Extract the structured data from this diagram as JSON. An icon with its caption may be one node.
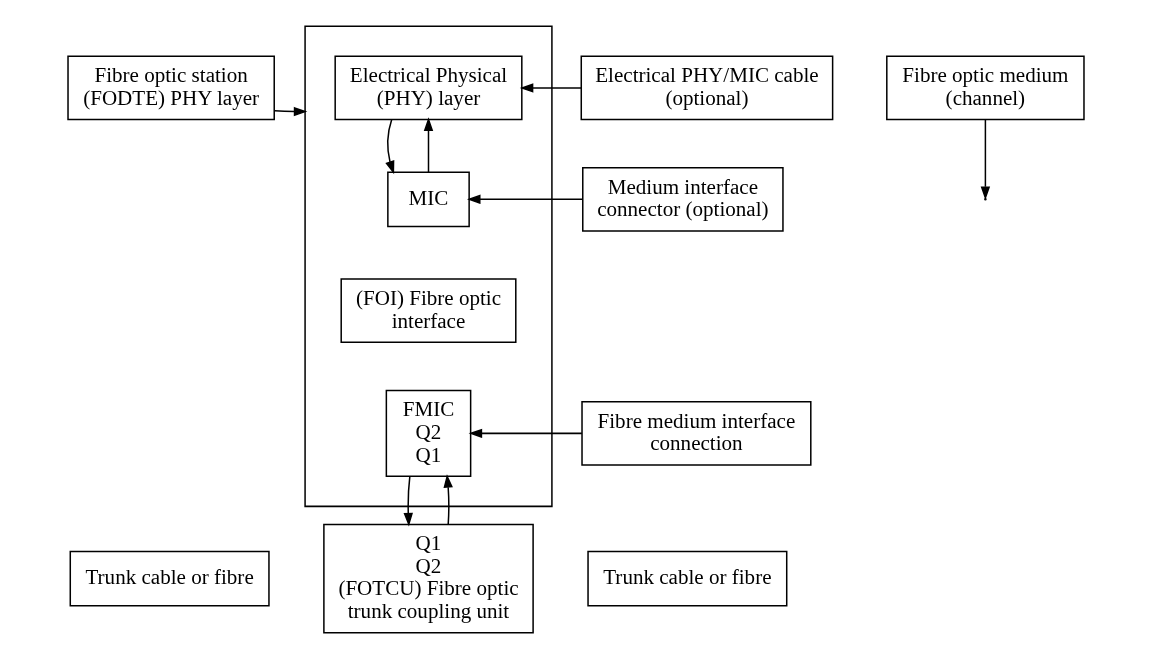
{
  "diagram": {
    "nodes": [
      {
        "text": [
          "Fibre optic station (FODTE) PHY layer"
        ]
      },
      {
        "text": [],
        "shape": "box"
      },
      {
        "text": [
          "Electrical Physical (PHY) layer"
        ],
        "in": 1
      },
      {
        "text": [
          "Electrical PHY/MIC cable (optional)"
        ]
      },
      {
        "text": [
          "MIC"
        ],
        "in": 1
      },
      {
        "text": [
          "Medium interface connector (optional)"
        ]
      },
      {
        "text": [
          "(FOI) Fibre optic interface"
        ],
        "in": 1
      },
      {
        "text": [
          "FMIC",
          "Q2",
          "Q1"
        ],
        "in": 1
      },
      {
        "text": [
          "Fibre medium interface connection"
        ]
      },
      {
        "text": [
          "Fibre optic medium (channel)"
        ]
      },
      {
        "text": [
          "Q1",
          "Q2",
          "(FOTCU) Fibre optic trunk coupling unit"
        ]
      },
      {
        "text": [
          "Trunk cable or fibre"
        ]
      },
      {
        "text": [
          "Trunk cable or fibre"
        ]
      }
    ],
    "edges": [
      {
        "from": 0,
        "to": 1,
        "arrow": "to"
      },
      {
        "from": 3,
        "to": 2,
        "arrow": "to"
      },
      {
        "from": 4,
        "to": 2,
        "arrow": "to"
      },
      {
        "from": 2,
        "to": 4,
        "arrow": "to"
      },
      {
        "from": 5,
        "to": 4,
        "arrow": "to"
      },
      {
        "from": 8,
        "to": 7,
        "arrow": "to"
      },
      {
        "from": 10,
        "to": 7,
        "arrow": "to"
      },
      {
        "from": 7,
        "to": 10,
        "arrow": "to"
      },
      {
        "from": 9,
        "to": null,
        "arrow": "to"
      }
    ]
  }
}
